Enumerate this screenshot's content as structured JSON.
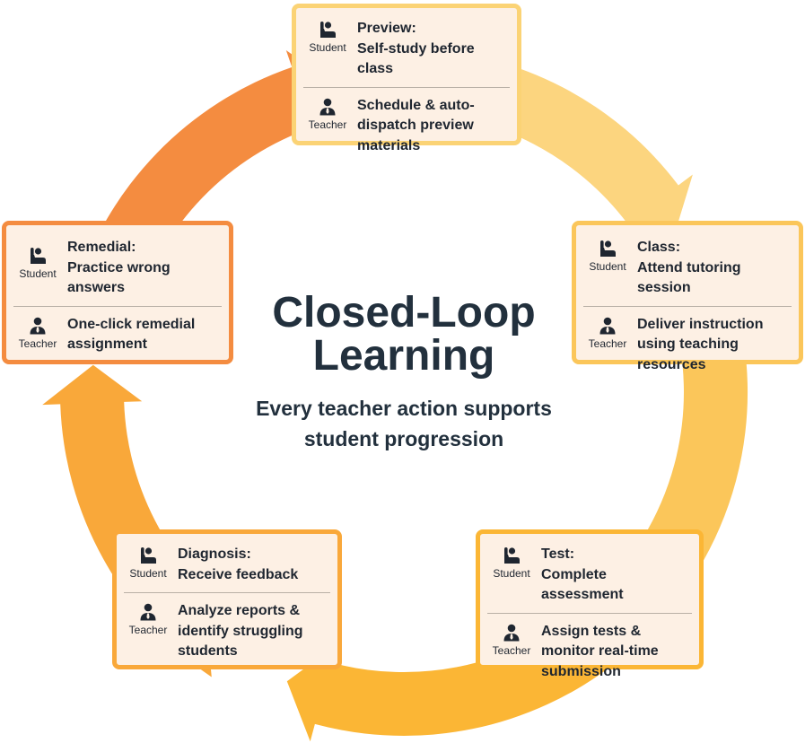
{
  "title_line1": "Closed-Loop",
  "title_line2": "Learning",
  "subtitle_line1": "Every teacher action supports",
  "subtitle_line2": "student progression",
  "colors": {
    "arrow_preview": "#fcd57f",
    "arrow_class": "#fbc65a",
    "arrow_test": "#fbb635",
    "arrow_diagnosis": "#f9a83a",
    "arrow_remedial": "#f48c40",
    "text": "#22303d",
    "card_fill": "#fdf0e4"
  },
  "icons": {
    "student": "student-icon",
    "teacher": "teacher-icon"
  },
  "stages": {
    "preview": {
      "student_role": "Student",
      "student_lines": [
        "Preview:",
        "Self-study before class"
      ],
      "teacher_role": "Teacher",
      "teacher_lines": [
        "Schedule & auto-",
        "dispatch preview",
        "materials"
      ]
    },
    "class": {
      "student_role": "Student",
      "student_lines": [
        "Class:",
        "Attend tutoring session"
      ],
      "teacher_role": "Teacher",
      "teacher_lines": [
        "Deliver instruction",
        "using teaching",
        "resources"
      ]
    },
    "test": {
      "student_role": "Student",
      "student_lines": [
        "Test:",
        "Complete assessment"
      ],
      "teacher_role": "Teacher",
      "teacher_lines": [
        "Assign tests &",
        "monitor real-time",
        "submission"
      ]
    },
    "diagnosis": {
      "student_role": "Student",
      "student_lines": [
        "Diagnosis:",
        "Receive feedback"
      ],
      "teacher_role": "Teacher",
      "teacher_lines": [
        "Analyze reports &",
        "identify struggling",
        "students"
      ]
    },
    "remedial": {
      "student_role": "Student",
      "student_lines": [
        "Remedial:",
        "Practice wrong",
        "answers"
      ],
      "teacher_role": "Teacher",
      "teacher_lines": [
        "One-click remedial",
        "assignment"
      ]
    }
  }
}
